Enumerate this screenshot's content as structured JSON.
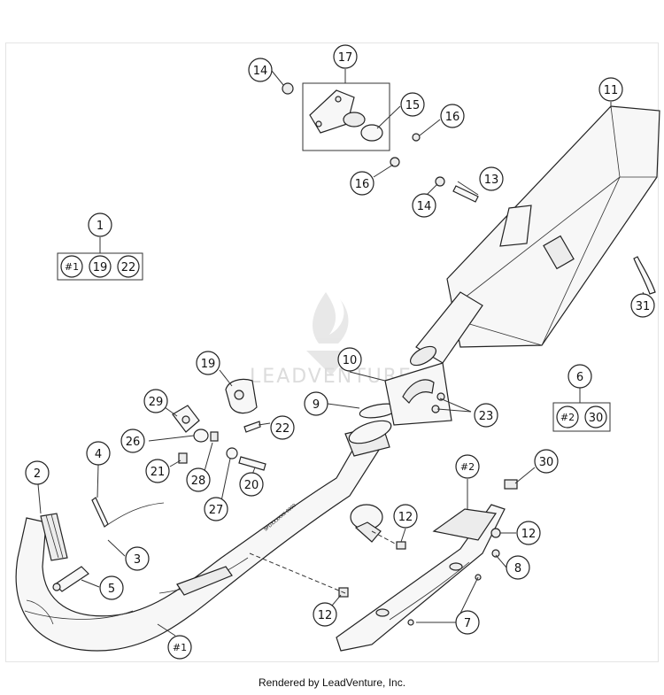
{
  "diagram": {
    "callouts": {
      "c1": "1",
      "c2": "2",
      "c3": "3",
      "c4": "4",
      "c5": "5",
      "c6": "6",
      "c7": "7",
      "c8": "8",
      "c9": "9",
      "c10": "10",
      "c11": "11",
      "c12a": "12",
      "c12b": "12",
      "c12c": "12",
      "c13": "13",
      "c14a": "14",
      "c14b": "14",
      "c15": "15",
      "c16a": "16",
      "c16b": "16",
      "c17": "17",
      "c19": "19",
      "c20": "20",
      "c21": "21",
      "c22": "22",
      "c23": "23",
      "c26": "26",
      "c27": "27",
      "c28": "28",
      "c29": "29",
      "c30": "30",
      "c31": "31",
      "cmain1": "#1",
      "cmain2": "#2"
    },
    "kits": {
      "kit1": [
        "#1",
        "19",
        "22"
      ],
      "kit6": [
        "#2",
        "30"
      ]
    },
    "pipe_marking": "9PDXXXXXX 0000",
    "watermark": "LEADVENTURE"
  },
  "footer": "Rendered by LeadVenture, Inc."
}
